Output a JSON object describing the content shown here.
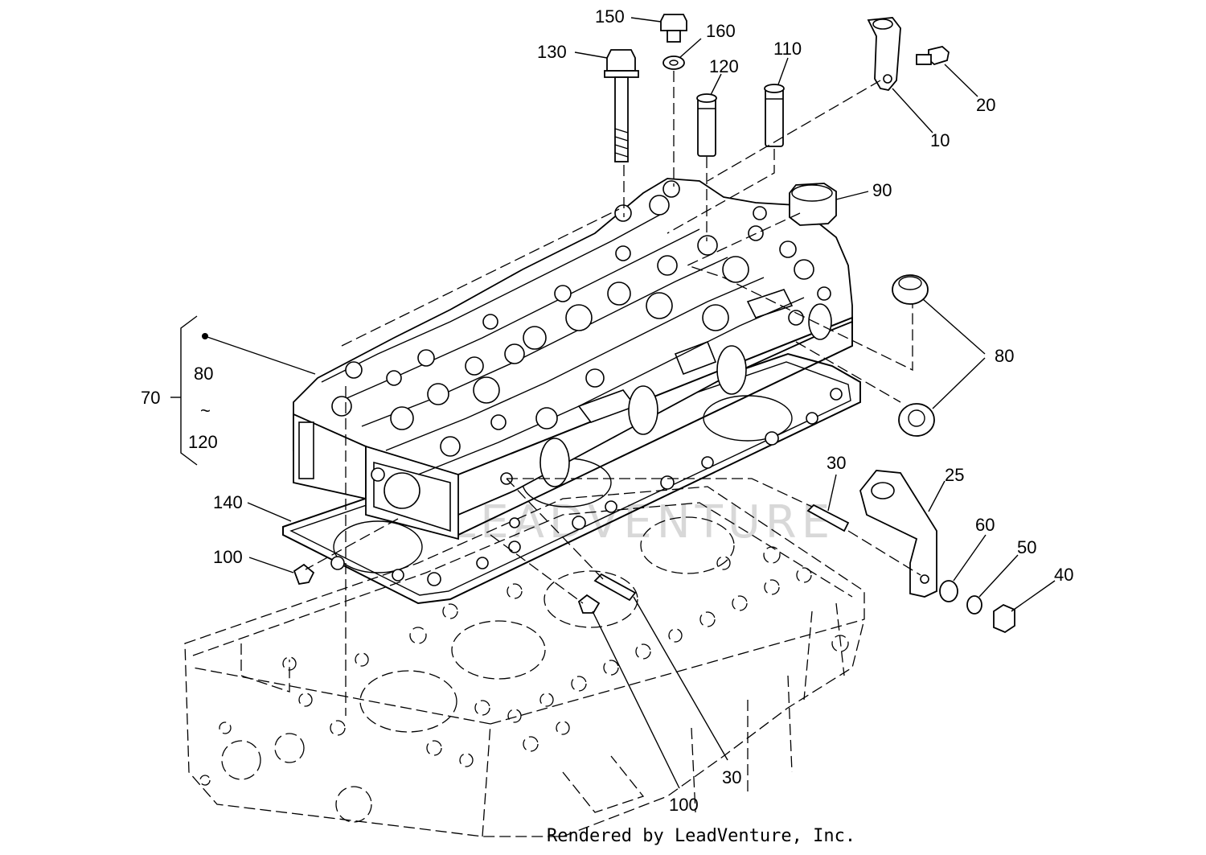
{
  "diagram": {
    "labels": [
      {
        "id": "150",
        "text": "150"
      },
      {
        "id": "160",
        "text": "160"
      },
      {
        "id": "130",
        "text": "130"
      },
      {
        "id": "120-top",
        "text": "120"
      },
      {
        "id": "110",
        "text": "110"
      },
      {
        "id": "20",
        "text": "20"
      },
      {
        "id": "10",
        "text": "10"
      },
      {
        "id": "90",
        "text": "90"
      },
      {
        "id": "80-right",
        "text": "80"
      },
      {
        "id": "70",
        "text": "70"
      },
      {
        "id": "80-bracket",
        "text": "80"
      },
      {
        "id": "tilde",
        "text": "~"
      },
      {
        "id": "120-bracket",
        "text": "120"
      },
      {
        "id": "140",
        "text": "140"
      },
      {
        "id": "100-left",
        "text": "100"
      },
      {
        "id": "30-top",
        "text": "30"
      },
      {
        "id": "25",
        "text": "25"
      },
      {
        "id": "60",
        "text": "60"
      },
      {
        "id": "50",
        "text": "50"
      },
      {
        "id": "40",
        "text": "40"
      },
      {
        "id": "30-bottom",
        "text": "30"
      },
      {
        "id": "100-bottom",
        "text": "100"
      }
    ],
    "watermark": "LEADVENTURE",
    "credit": "Rendered by LeadVenture, Inc."
  }
}
